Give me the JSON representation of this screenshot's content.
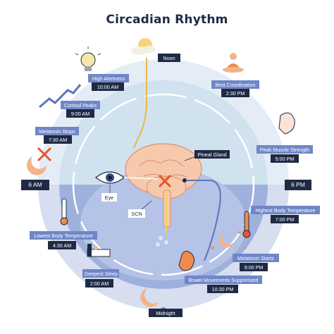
{
  "title": "Circadian Rhythm",
  "events": [
    {
      "name": "High Alertness",
      "time": "10:00 AM"
    },
    {
      "name": "Best Coordination",
      "time": "2:30 PM"
    },
    {
      "name": "Cortisol Peaks",
      "time": "9:00 AM"
    },
    {
      "name": "Melatonin Stops",
      "time": "7:30 AM"
    },
    {
      "name": "Peak Muscle Strength",
      "time": "5:00 PM"
    },
    {
      "name": "Highest Body Temperature",
      "time": "7:00 PM"
    },
    {
      "name": "Lowest Body Temperature",
      "time": "4:30 AM"
    },
    {
      "name": "Deepest Sleep",
      "time": "2:00 AM"
    },
    {
      "name": "Melatonin Starts",
      "time": "9:00 PM"
    },
    {
      "name": "Bowel Movements Suppressed",
      "time": "10:30 PM"
    }
  ],
  "clock": {
    "noon": "Noon",
    "midnight": "Midnight",
    "am6": "6 AM",
    "pm6": "6 PM"
  },
  "anatomy": {
    "pineal": "Pineal Gland",
    "eye": "Eye",
    "scn": "SCN"
  },
  "colors": {
    "day": "#cfe2ee",
    "night": "#9eb0dc",
    "outer_ring": "#e4ecf5",
    "accent_orange": "#f08a4b",
    "navy": "#1f2a44",
    "label_blue": "#6f86c8"
  }
}
